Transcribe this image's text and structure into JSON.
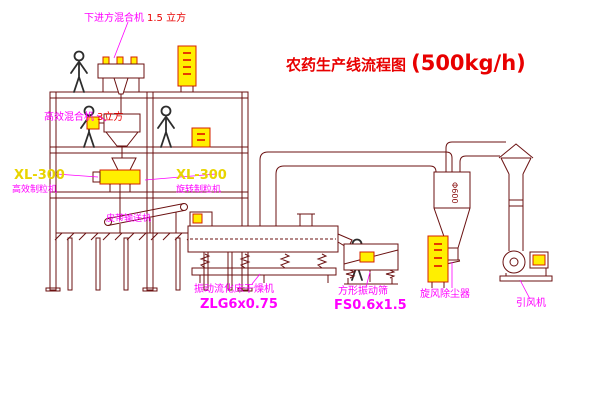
{
  "title": {
    "main": "农药生产线流程图",
    "capacity": "(500kg/h)"
  },
  "colors": {
    "magenta": "#ff00ff",
    "red": "#e80000",
    "yellow": "#e8d400",
    "line": "#6b1111",
    "dark_red": "#8a1010"
  },
  "labels": {
    "top_mixer_name": "下进方混合机",
    "top_mixer_spec": "1.5 立方",
    "floor2_mixer_name": "高效混合机",
    "floor2_mixer_spec": "3立方",
    "granulator_left_model": "XL-300",
    "granulator_left_name": "高效制粒机",
    "granulator_right_model": "XL-300",
    "granulator_right_name": "旋转制粒机",
    "belt_conveyor": "皮带输送机",
    "dryer_name": "振动流化床干燥机",
    "dryer_model": "ZLG6x0.75",
    "screen_name": "方形振动筛",
    "screen_model": "FS0.6x1.5",
    "cyclone_name": "旋风除尘器",
    "cyclone_dim": "Φ600",
    "fan_name": "引风机"
  }
}
